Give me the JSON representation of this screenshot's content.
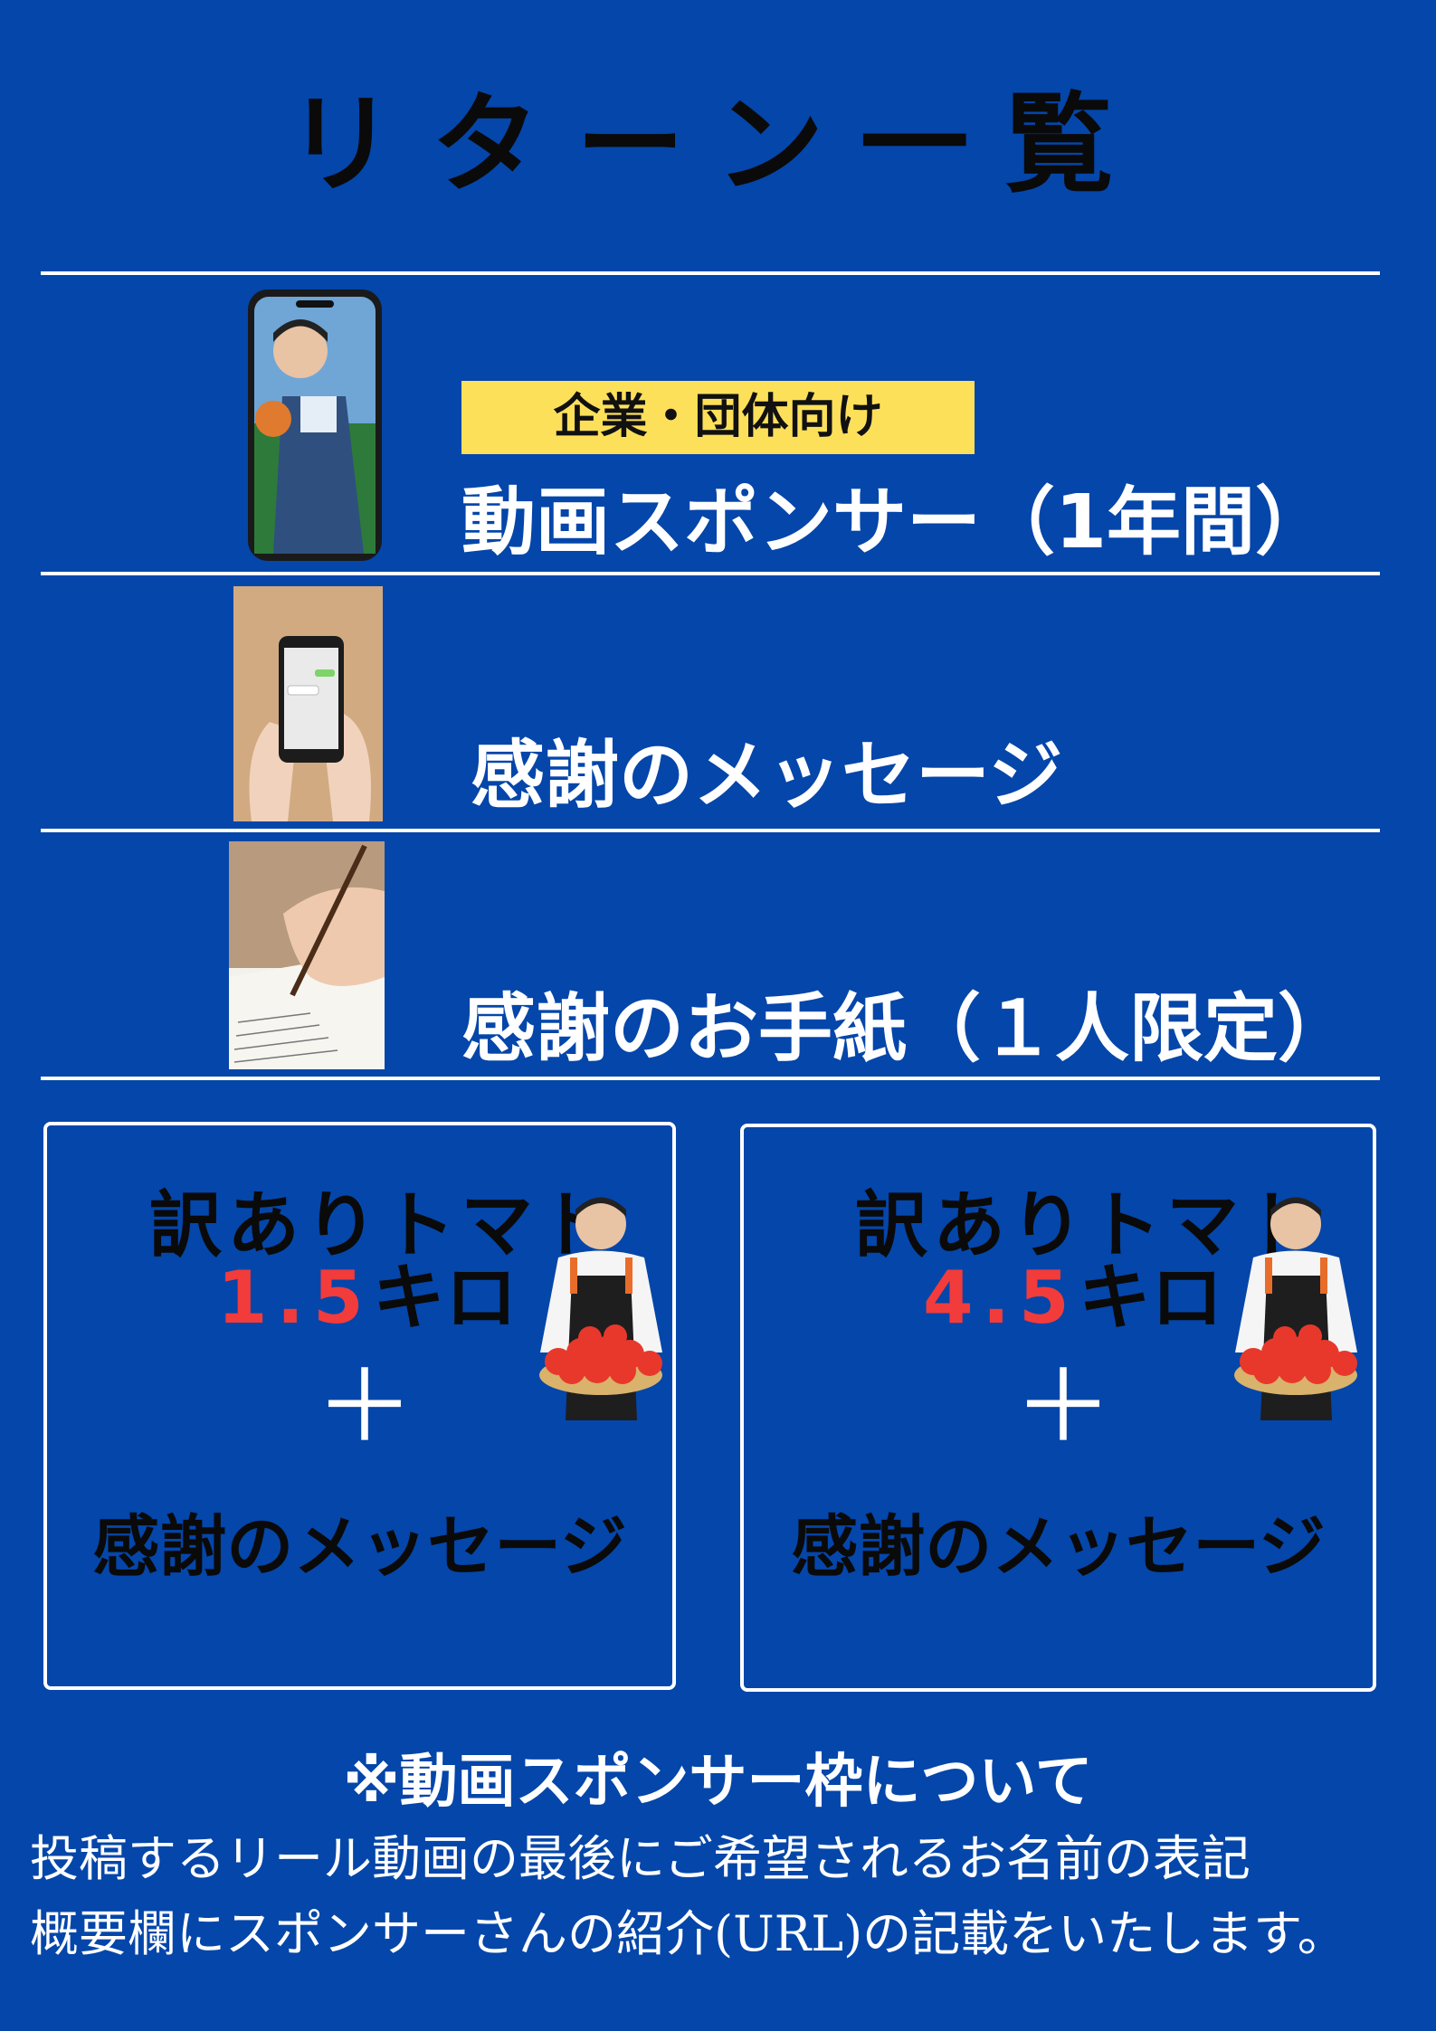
{
  "title": "リターン一覧",
  "rewards": [
    {
      "tag": "企業・団体向け",
      "label": "動画スポンサー（1年間）"
    },
    {
      "label": "感謝のメッセージ"
    },
    {
      "label": "感謝のお手紙（１人限定）"
    }
  ],
  "boxes": [
    {
      "line1": "訳ありトマト",
      "amount": "1.5",
      "unit": "キロ",
      "plus": "＋",
      "line3": "感謝のメッセージ"
    },
    {
      "line1": "訳ありトマト",
      "amount": "4.5",
      "unit": "キロ",
      "plus": "＋",
      "line3": "感謝のメッセージ"
    }
  ],
  "note": {
    "title": "※動画スポンサー枠について",
    "lines": [
      "投稿するリール動画の最後にご希望されるお名前の表記",
      "概要欄にスポンサーさんの紹介(URL)の記載をいたします。"
    ]
  },
  "colors": {
    "background": "#0446aa",
    "tag": "#fde05a",
    "accent": "#f23b3b"
  }
}
